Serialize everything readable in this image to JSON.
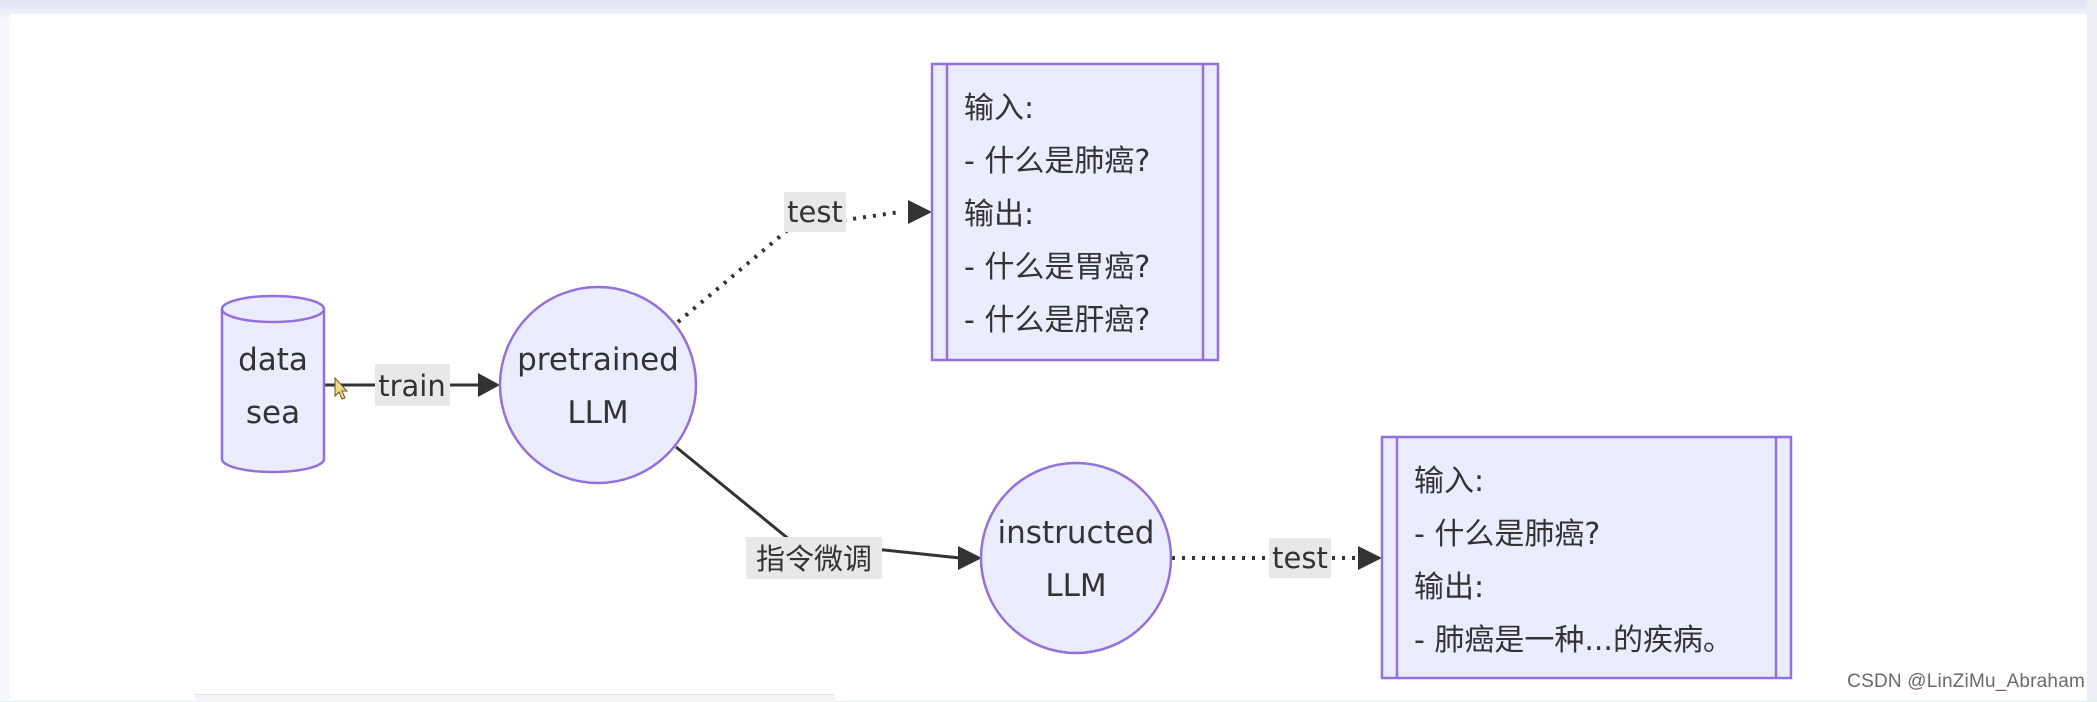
{
  "nodes": {
    "data_sea": [
      "data",
      "sea"
    ],
    "pretrained": [
      "pretrained",
      "LLM"
    ],
    "instructed": [
      "instructed",
      "LLM"
    ]
  },
  "edges": {
    "train": "train",
    "test_top": "test",
    "finetune": "指令微调",
    "test_bottom": "test"
  },
  "boxes": {
    "pretrained_output": [
      "输入:",
      "- 什么是肺癌?",
      "输出:",
      "- 什么是胃癌?",
      "- 什么是肝癌?"
    ],
    "instructed_output": [
      "输入:",
      "- 什么是肺癌?",
      "输出:",
      "- 肺癌是一种...的疾病。"
    ]
  },
  "watermark": "CSDN @LinZiMu_Abraham",
  "colors": {
    "node_fill": "#ECECFF",
    "node_stroke": "#9370DB",
    "edge": "#333333",
    "label_bg": "#e8e8e8"
  }
}
